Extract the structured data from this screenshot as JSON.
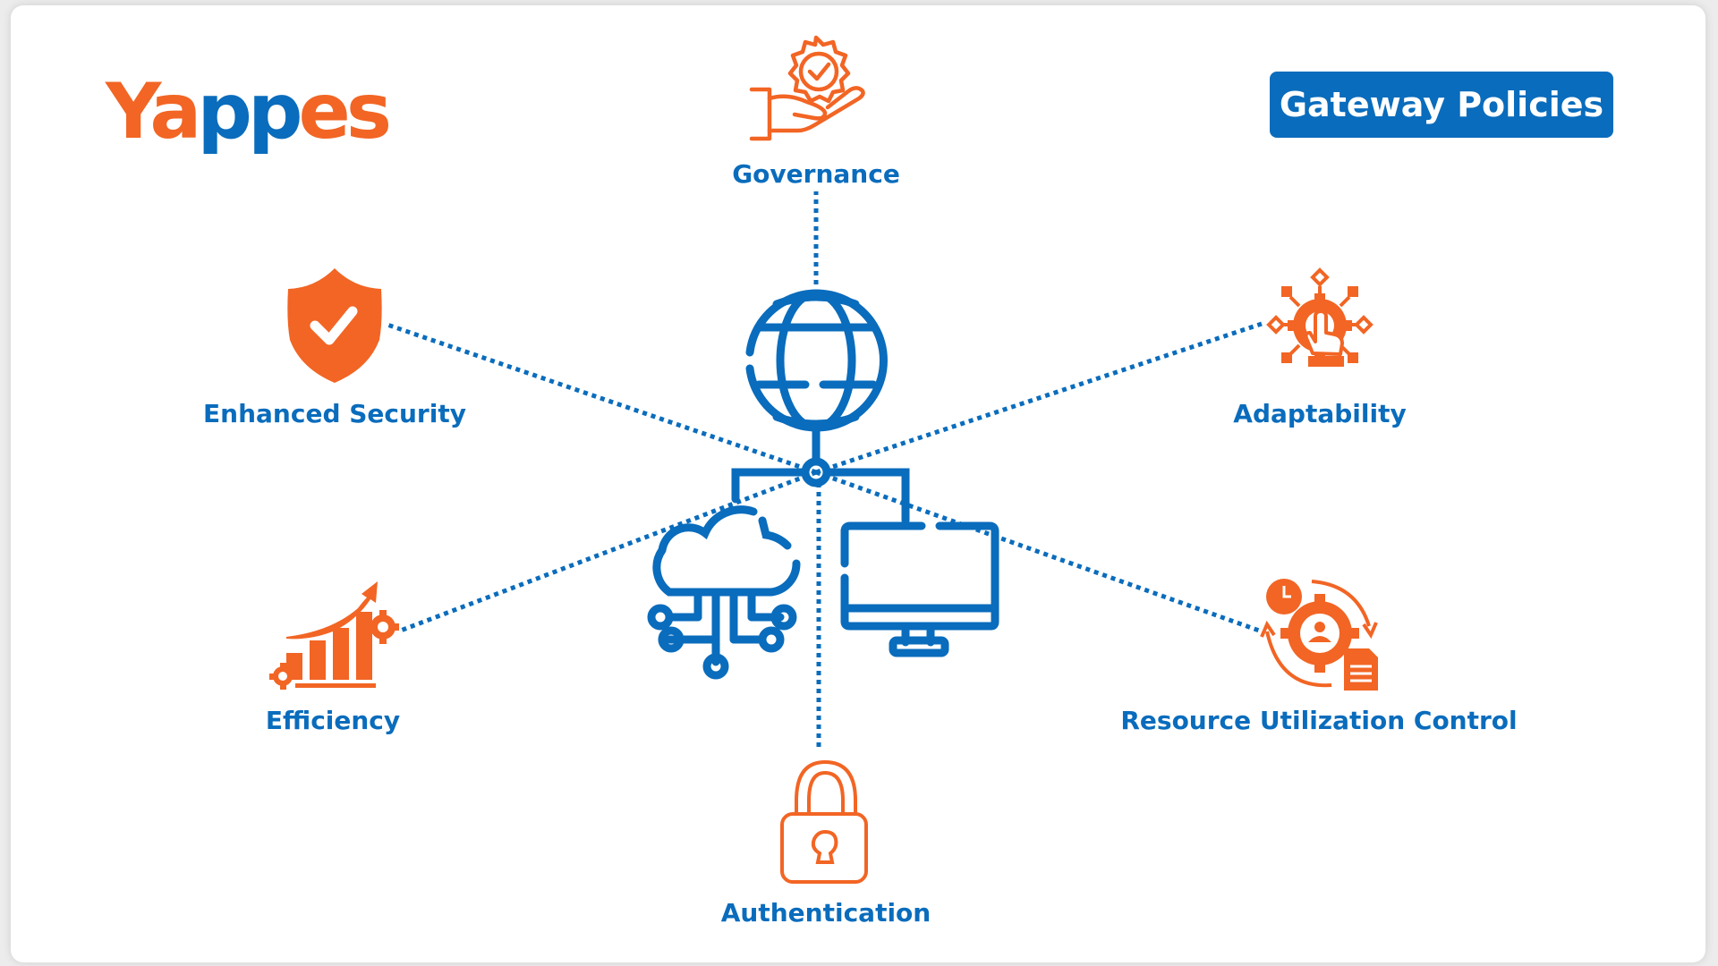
{
  "brand": {
    "logo_parts": [
      "Ya",
      "pp",
      "es"
    ],
    "logo_text": "Yappes",
    "colors": {
      "orange": "#f26524",
      "blue": "#0a6cbc"
    }
  },
  "header": {
    "title": "Gateway Policies"
  },
  "center": {
    "icons": [
      "globe-icon",
      "cloud-network-icon",
      "monitor-icon",
      "hub-node-icon"
    ]
  },
  "policies": [
    {
      "label": "Governance",
      "icon": "hand-badge-check-icon"
    },
    {
      "label": "Enhanced Security",
      "icon": "shield-check-icon"
    },
    {
      "label": "Adaptability",
      "icon": "gear-hand-pointer-icon"
    },
    {
      "label": "Efficiency",
      "icon": "growth-chart-gears-icon"
    },
    {
      "label": "Resource Utilization Control",
      "icon": "gear-user-clock-document-icon"
    },
    {
      "label": "Authentication",
      "icon": "padlock-icon"
    }
  ]
}
